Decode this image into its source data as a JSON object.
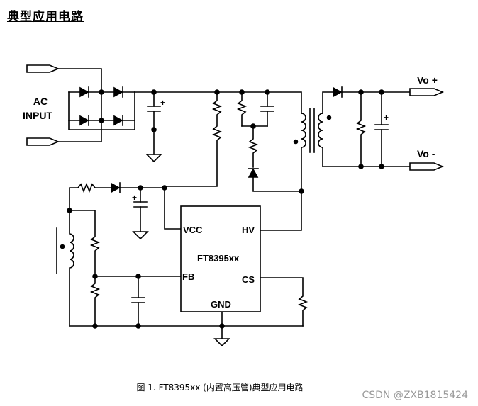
{
  "title": "典型应用电路",
  "labels": {
    "ac_line1": "AC",
    "ac_line2": "INPUT",
    "vo_plus": "Vo +",
    "vo_minus": "Vo -",
    "chip_name": "FT8395xx",
    "pin_vcc": "VCC",
    "pin_hv": "HV",
    "pin_fb": "FB",
    "pin_cs": "CS",
    "pin_gnd": "GND",
    "plus": "+"
  },
  "caption": "图 1. FT8395xx (内置高压管)典型应用电路",
  "watermark": "CSDN @ZXB1815424"
}
